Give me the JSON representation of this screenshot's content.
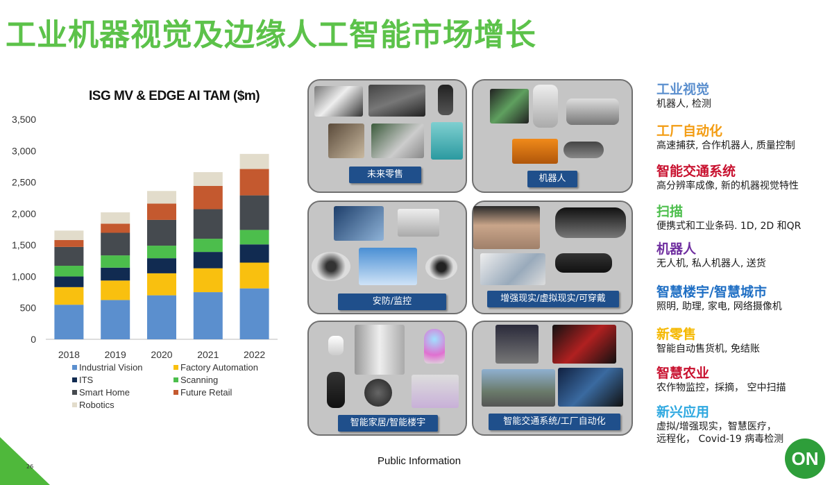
{
  "slide": {
    "title": "工业机器视觉及边缘人工智能市场增长",
    "footer": "Public Information",
    "page_number": "26",
    "logo_text": "ON",
    "accent_color": "#5cc24a"
  },
  "chart_data": {
    "type": "bar",
    "stacked": true,
    "title": "ISG MV & EDGE AI TAM ($m)",
    "categories": [
      "2018",
      "2019",
      "2020",
      "2021",
      "2022"
    ],
    "ylim": [
      0,
      3500
    ],
    "yticks": [
      "0",
      "500",
      "1,000",
      "1,500",
      "2,000",
      "2,500",
      "3,000",
      "3,500"
    ],
    "ytick_values": [
      0,
      500,
      1000,
      1500,
      2000,
      2500,
      3000,
      3500
    ],
    "grid": false,
    "legend_position": "bottom",
    "series": [
      {
        "name": "Industrial Vision",
        "color": "#5b8fce",
        "values": [
          550,
          625,
          700,
          750,
          810
        ]
      },
      {
        "name": "Factory Automation",
        "color": "#f9c00f",
        "values": [
          280,
          310,
          350,
          380,
          410
        ]
      },
      {
        "name": "ITS",
        "color": "#112b51",
        "values": [
          170,
          205,
          240,
          260,
          290
        ]
      },
      {
        "name": "Scanning",
        "color": "#4cbe4c",
        "values": [
          170,
          195,
          200,
          210,
          230
        ]
      },
      {
        "name": "Smart Home",
        "color": "#454a4f",
        "values": [
          300,
          360,
          410,
          470,
          550
        ]
      },
      {
        "name": "Future Retail",
        "color": "#c4592f",
        "values": [
          110,
          145,
          260,
          370,
          420
        ]
      },
      {
        "name": "Robotics",
        "color": "#e2dccb",
        "values": [
          150,
          180,
          200,
          220,
          240
        ]
      }
    ]
  },
  "tiles": [
    {
      "label": "未来零售",
      "color": "#1f4f8b"
    },
    {
      "label": "机器人",
      "color": "#1f4f8b"
    },
    {
      "label": "安防/监控",
      "color": "#1f4f8b"
    },
    {
      "label": "增强现实/虚拟现实/可穿戴",
      "color": "#1f4f8b"
    },
    {
      "label": "智能家居/智能楼宇",
      "color": "#1f4f8b"
    },
    {
      "label": "智能交通系统/工厂自动化",
      "color": "#1f4f8b"
    }
  ],
  "categories": [
    {
      "title": "工业视觉",
      "desc": "机器人, 检测",
      "color": "#5b8fce"
    },
    {
      "title": "工厂自动化",
      "desc": "高速捕获, 合作机器人, 质量控制",
      "color": "#f39c12"
    },
    {
      "title": "智能交通系统",
      "desc": "高分辨率成像, 新的机器视觉特性",
      "color": "#c8102e"
    },
    {
      "title": "扫描",
      "desc": "便携式和工业条码. 1D, 2D 和QR",
      "color": "#4cbe4c"
    },
    {
      "title": "机器人",
      "desc": "无人机, 私人机器人, 送货",
      "color": "#7030a0"
    },
    {
      "title": "智慧楼宇/智慧城市",
      "desc": "照明, 助理, 家电, 网络摄像机",
      "color": "#1f6fc4"
    },
    {
      "title": "新零售",
      "desc": "智能自动售货机, 免结账",
      "color": "#f5b800"
    },
    {
      "title": "智慧农业",
      "desc": "农作物监控，採摘， 空中扫描",
      "color": "#c8102e"
    },
    {
      "title": "新兴应用",
      "desc": "虚拟/增强现实，智慧医疗，",
      "desc2": "远程化， Covid-19 病毒检测",
      "color": "#2ea8e0"
    }
  ]
}
